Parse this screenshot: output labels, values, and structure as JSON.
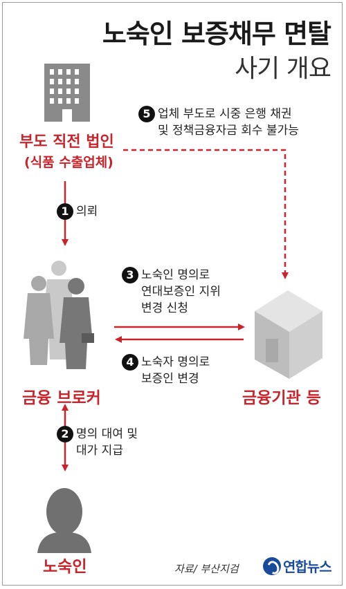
{
  "title": "노숙인 보증채무 면탈",
  "subtitle": "사기 개요",
  "nodes": {
    "company_line1": "부도 직전 법인",
    "company_line2": "(식품 수출업체)",
    "broker": "금융 브로커",
    "bank": "금융기관 등",
    "homeless": "노숙인"
  },
  "steps": {
    "s1": {
      "num": "1",
      "text": "의뢰"
    },
    "s2": {
      "num": "2",
      "line1": "명의 대여 및",
      "line2": "대가 지급"
    },
    "s3": {
      "num": "3",
      "line1": "노숙인 명의로",
      "line2": "연대보증인 지위",
      "line3": "변경 신청"
    },
    "s4": {
      "num": "4",
      "line1": "노숙자 명의로",
      "line2": "보증인 변경"
    },
    "s5": {
      "num": "5",
      "line1": "업체 부도로 시중 은행 채권",
      "line2": "및 정책금융자금 회수 불가능"
    }
  },
  "source": "자료/ 부산지검",
  "logo_text": "연합뉴스",
  "colors": {
    "accent": "#c8242b",
    "icon_gray": "#8a8a8a",
    "text": "#222222"
  }
}
